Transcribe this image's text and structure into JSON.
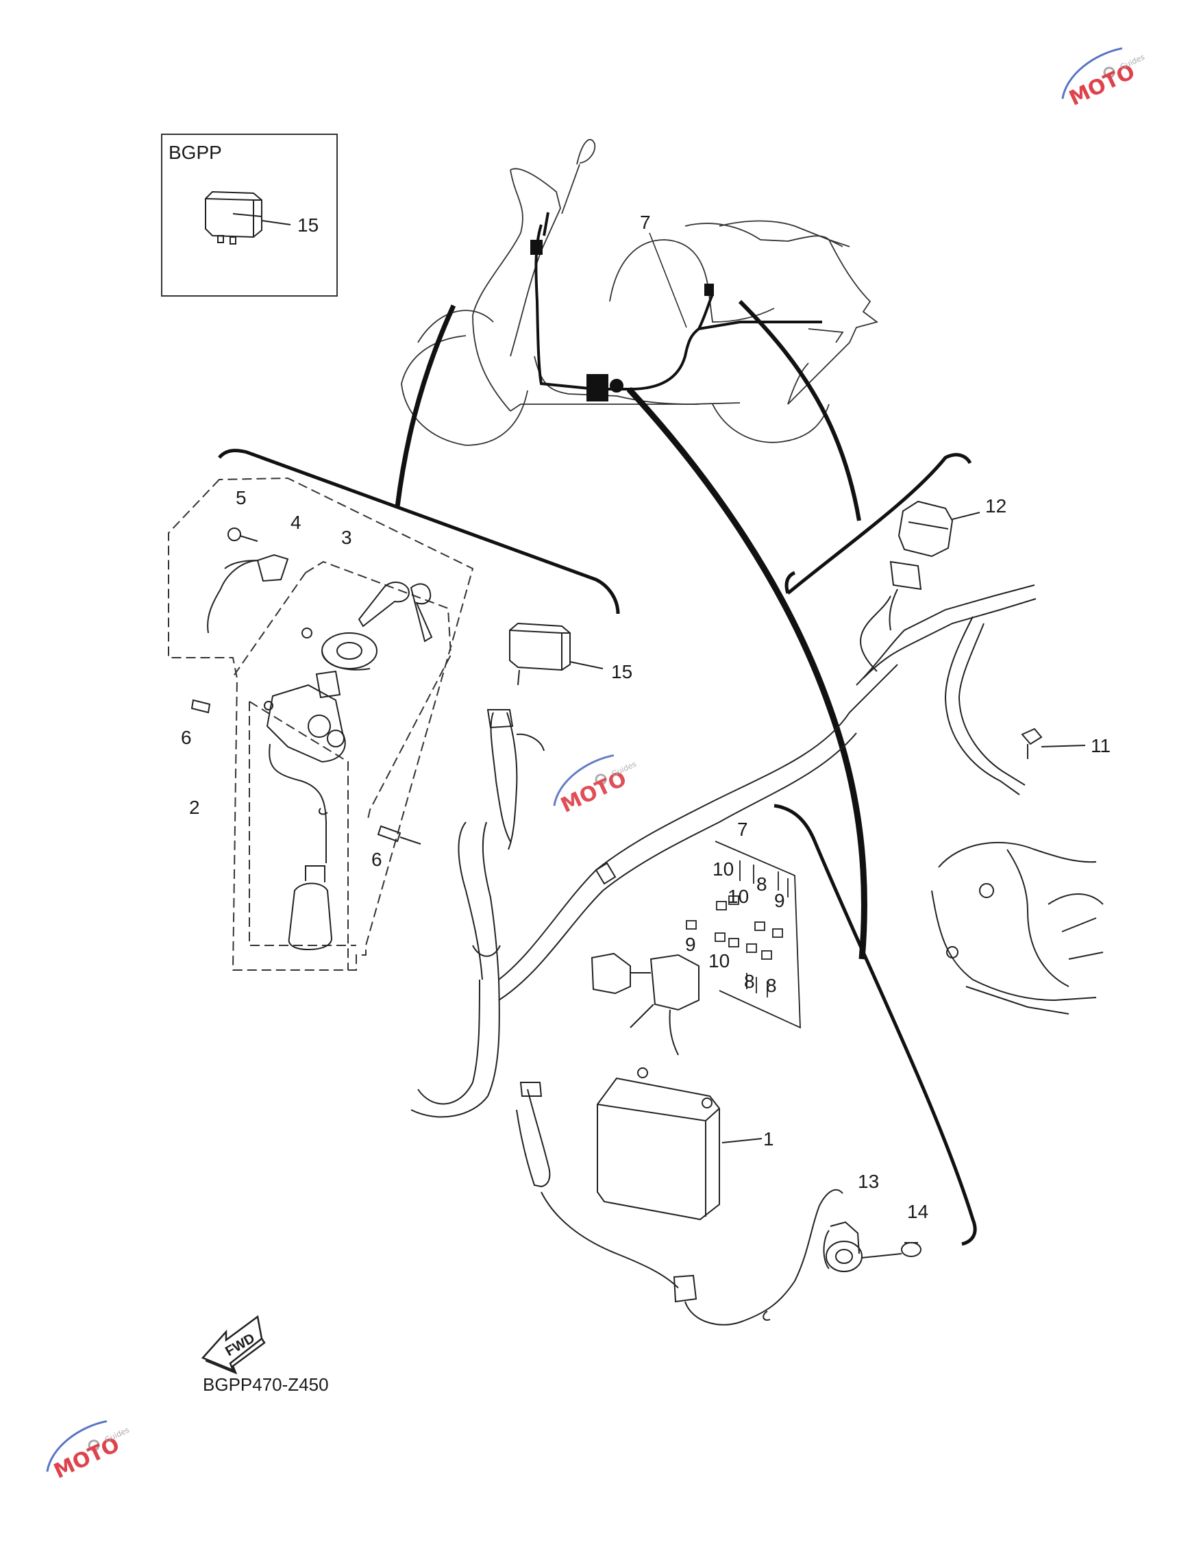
{
  "diagram": {
    "inset_label": "BGPP",
    "figure_code": "BGPP470-Z450",
    "fwd_label": "FWD",
    "callouts": [
      "15",
      "7",
      "12",
      "5",
      "4",
      "3",
      "15",
      "6",
      "11",
      "2",
      "7",
      "10",
      "10",
      "8",
      "9",
      "6",
      "9",
      "10",
      "8",
      "8",
      "1",
      "13",
      "14"
    ]
  },
  "watermark": {
    "brand": "MOTO",
    "sub": "Guides",
    "colors": {
      "red": "#d9232e",
      "blue": "#3a5db8",
      "gray": "#9a9a9a"
    }
  },
  "icons": [
    "fwd-arrow-icon",
    "watermark-logo-icon"
  ]
}
